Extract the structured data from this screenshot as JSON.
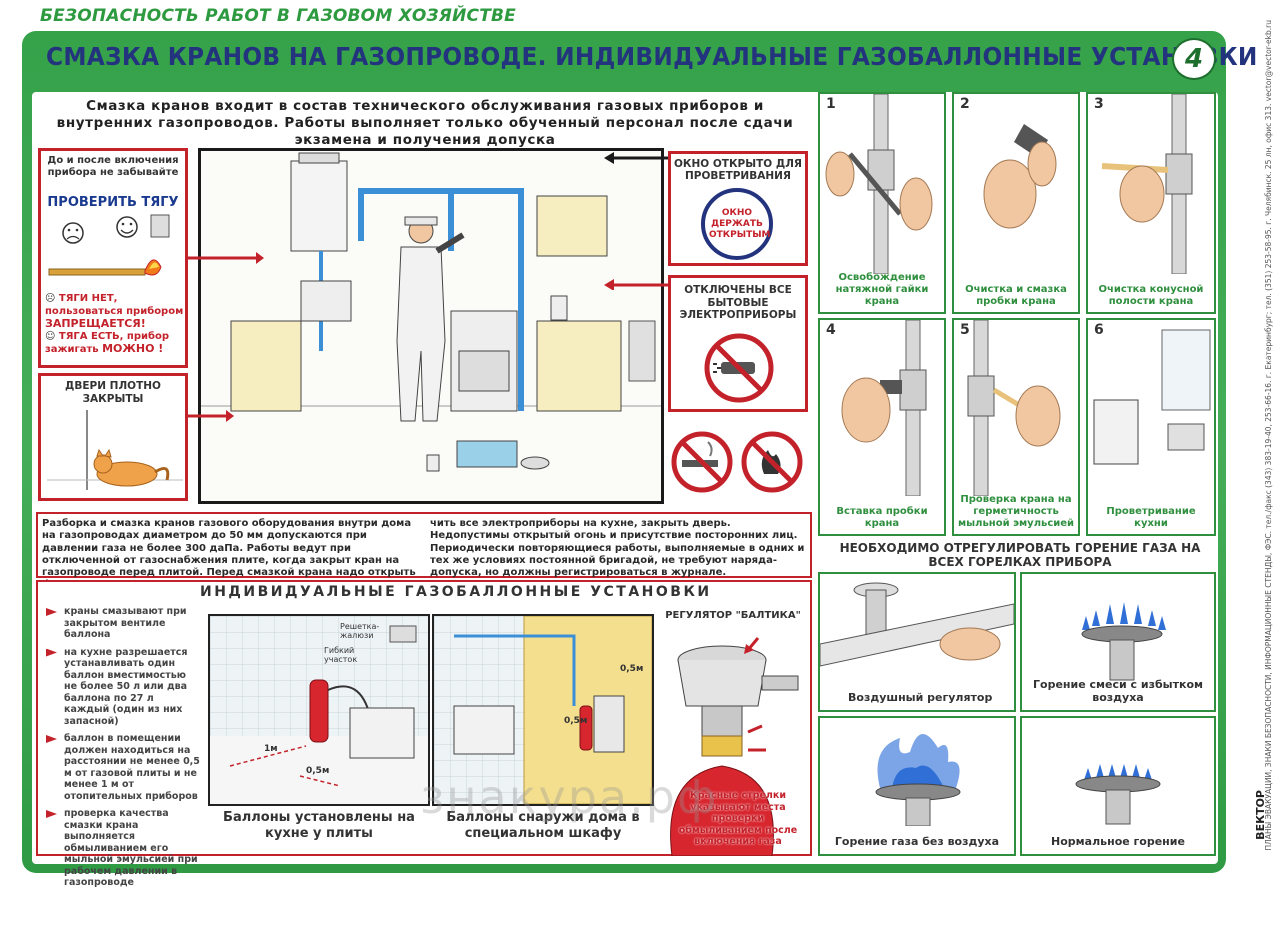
{
  "header": {
    "series_title": "БЕЗОПАСНОСТЬ РАБОТ В ГАЗОВОМ ХОЗЯЙСТВЕ",
    "main_title": "СМАЗКА КРАНОВ НА ГАЗОПРОВОДЕ. ИНДИВИДУАЛЬНЫЕ ГАЗОБАЛЛОННЫЕ УСТАНОВКИ",
    "page_number": "4"
  },
  "side": {
    "brand": "ВЕКТОР",
    "text": "ПЛАНЫ ЭВАКУАЦИИ, ЗНАКИ БЕЗОПАСНОСТИ, ИНФОРМАЦИОННЫЕ СТЕНДЫ, ФЭС. тел./факс (343) 383-19-40, 253-66-16. г. Екатеринбург; тел. (351) 253-58-95. г. Челябинск. 25 лн, офис 313. vector@vector-ekb.ru"
  },
  "intro": "Смазка кранов входит в состав технического обслуживания газовых приборов и внутренних газопроводов. Работы выполняет только обученный персонал после сдачи экзамена и получения допуска",
  "draft_box": {
    "line1": "До и после включения прибора не забывайте",
    "headline": "ПРОВЕРИТЬ ТЯГУ",
    "no_draft": "ТЯГИ НЕТ, пользоваться прибором",
    "no_draft_verdict": "ЗАПРЕЩАЕТСЯ!",
    "draft_ok": "ТЯГА ЕСТЬ, прибор зажигать",
    "draft_ok_verdict": "МОЖНО !"
  },
  "door_box": {
    "label": "ДВЕРИ ПЛОТНО ЗАКРЫТЫ"
  },
  "window_box": {
    "label": "ОКНО ОТКРЫТО ДЛЯ ПРОВЕТРИВАНИЯ",
    "sign": "ОКНО ДЕРЖАТЬ ОТКРЫТЫМ"
  },
  "appliances_box": {
    "label": "ОТКЛЮЧЕНЫ ВСЕ БЫТОВЫЕ ЭЛЕКТРОПРИБОРЫ"
  },
  "procedure": {
    "col1": "Разборка и смазка кранов газового оборудования внутри дома на газопроводах диаметром до 50 мм допускаются при давлении газа не более 300 даПа. Работы ведут при отключенной от газоснабжения плите, когда закрыт кран на газопроводе перед плитой. Перед смазкой крана надо открыть форточку, выклю-",
    "col2": "чить все электроприборы на кухне, закрыть дверь. Недопустимы открытый огонь и присутствие посторонних лиц. Периодически повторяющиеся работы, выполняемые в одних и тех же условиях постоянной бригадой, не требуют наряда-допуска, но должны регистрироваться в журнале."
  },
  "gas": {
    "title": "ИНДИВИДУАЛЬНЫЕ ГАЗОБАЛЛОННЫЕ УСТАНОВКИ",
    "bullets": [
      "краны смазывают при закрытом вентиле баллона",
      "на кухне разрешается устанавливать один баллон вместимостью не более 50 л или два баллона по 27 л каждый (один из них запасной)",
      "баллон в помещении должен находиться на расстоянии не менее 0,5 м от газовой плиты и не менее 1 м от отопительных приборов",
      "проверка качества смазки крана выполняется обмыливанием его мыльной эмульсией при рабочем давлении в газопроводе"
    ],
    "scene1_labels": {
      "grille": "Решетка-жалюзи",
      "hose": "Гибкий участок",
      "dist1": "1м",
      "dist2": "0,5м"
    },
    "scene1_caption": "Баллоны установлены на кухне у плиты",
    "scene2_labels": {
      "dist1": "0,5м",
      "dist2": "0,5м"
    },
    "scene2_caption": "Баллоны снаружи дома в специальном шкафу",
    "regulator_title": "РЕГУЛЯТОР \"БАЛТИКА\"",
    "regulator_note": "Красные стрелки указывают места проверки обмыливанием после включения газа"
  },
  "steps": [
    {
      "num": "1",
      "caption": "Освобождение натяжной гайки крана"
    },
    {
      "num": "2",
      "caption": "Очистка и смазка пробки крана"
    },
    {
      "num": "3",
      "caption": "Очистка конусной полости крана"
    },
    {
      "num": "4",
      "caption": "Вставка пробки крана"
    },
    {
      "num": "5",
      "caption": "Проверка крана на герметичность мыльной эмульсией"
    },
    {
      "num": "6",
      "caption": "Проветривание кухни"
    }
  ],
  "burning": {
    "title": "НЕОБХОДИМО ОТРЕГУЛИРОВАТЬ ГОРЕНИЕ ГАЗА НА ВСЕХ ГОРЕЛКАХ ПРИБОРА",
    "panels": [
      {
        "caption": "Воздушный регулятор"
      },
      {
        "caption": "Горение смеси с избытком воздуха"
      },
      {
        "caption": "Горение газа без воздуха"
      },
      {
        "caption": "Нормальное горение"
      }
    ]
  },
  "watermark": "знакура.рф",
  "colors": {
    "green": "#35a24a",
    "navy": "#23337e",
    "red": "#c4222b",
    "flame_blue": "#2f6fd6"
  }
}
